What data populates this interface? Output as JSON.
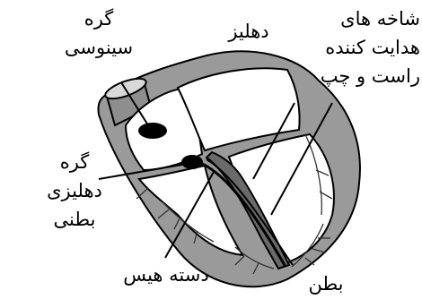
{
  "labels": {
    "sa_node": [
      "گره",
      "سینوسی"
    ],
    "atrium": "دهلیز",
    "branches": [
      "شاخه های",
      "هدایت کننده",
      "راست و چپ"
    ],
    "av_node": [
      "گره",
      "دهلیزی",
      "بطنی"
    ],
    "his_bundle": "دسته هیس",
    "ventricle": "بطن"
  },
  "colors": {
    "ink": "#000000",
    "wall": "#9a9a9a",
    "chamber": "#ffffff"
  }
}
